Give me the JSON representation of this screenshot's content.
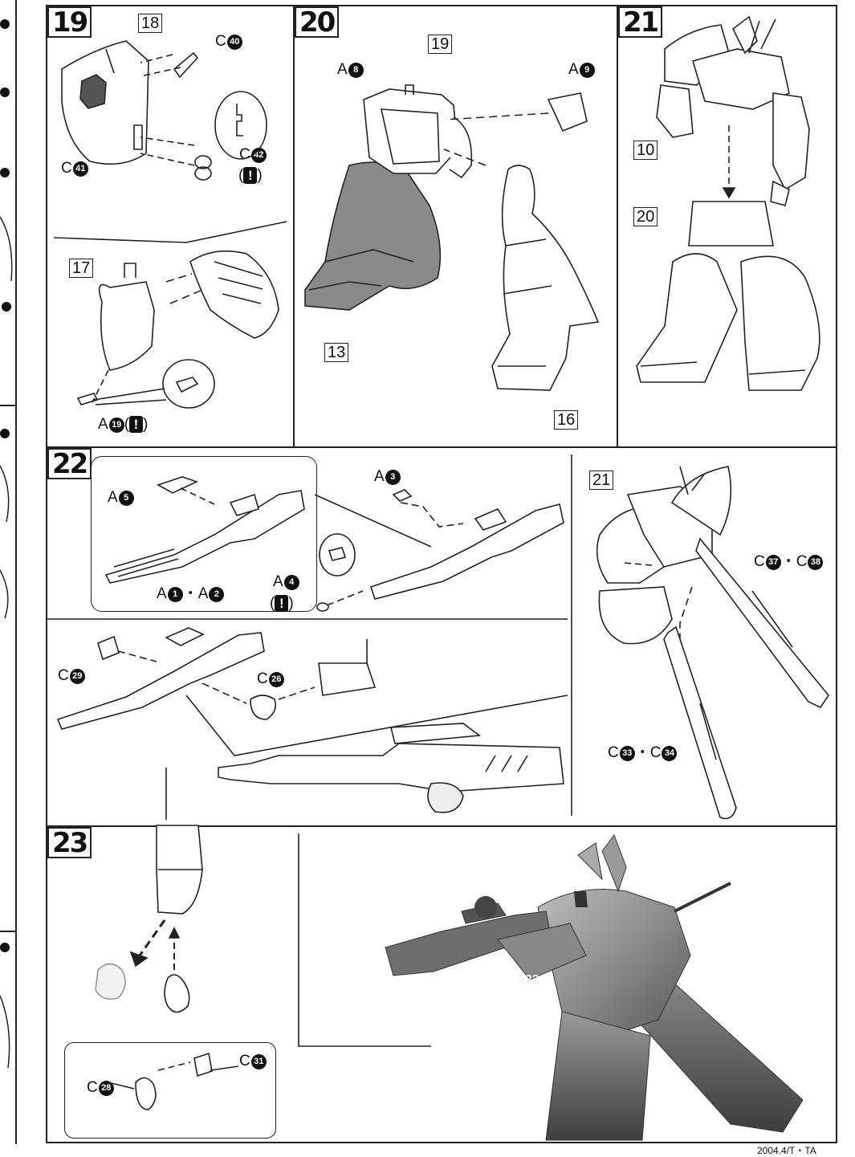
{
  "steps": {
    "s19": {
      "num": "19",
      "refs": [
        "18",
        "17"
      ],
      "labels": [
        "C",
        "C",
        "C",
        "C",
        "A"
      ],
      "nums": [
        "40",
        "41",
        "42",
        "19"
      ]
    },
    "s20": {
      "num": "20",
      "refs": [
        "19",
        "13",
        "16"
      ],
      "labels": [
        "A",
        "A"
      ],
      "nums": [
        "8",
        "9"
      ]
    },
    "s21": {
      "num": "21",
      "refs": [
        "10",
        "20"
      ]
    },
    "s22": {
      "num": "22",
      "refs": [
        "21"
      ],
      "labels": [
        "A",
        "A",
        "A",
        "A",
        "C",
        "C",
        "C",
        "C"
      ],
      "nums": [
        "5",
        "1",
        "2",
        "3",
        "4",
        "29",
        "26",
        "37",
        "38",
        "33",
        "34"
      ]
    },
    "s23": {
      "num": "23",
      "labels": [
        "C",
        "C"
      ],
      "nums": [
        "31",
        "28"
      ],
      "decal": "522"
    }
  },
  "footer": {
    "code": "2004.4/T・TA"
  },
  "colors": {
    "line": "#222222",
    "gray_part": "#8a8a8a",
    "photo": "#7a7a7a"
  }
}
